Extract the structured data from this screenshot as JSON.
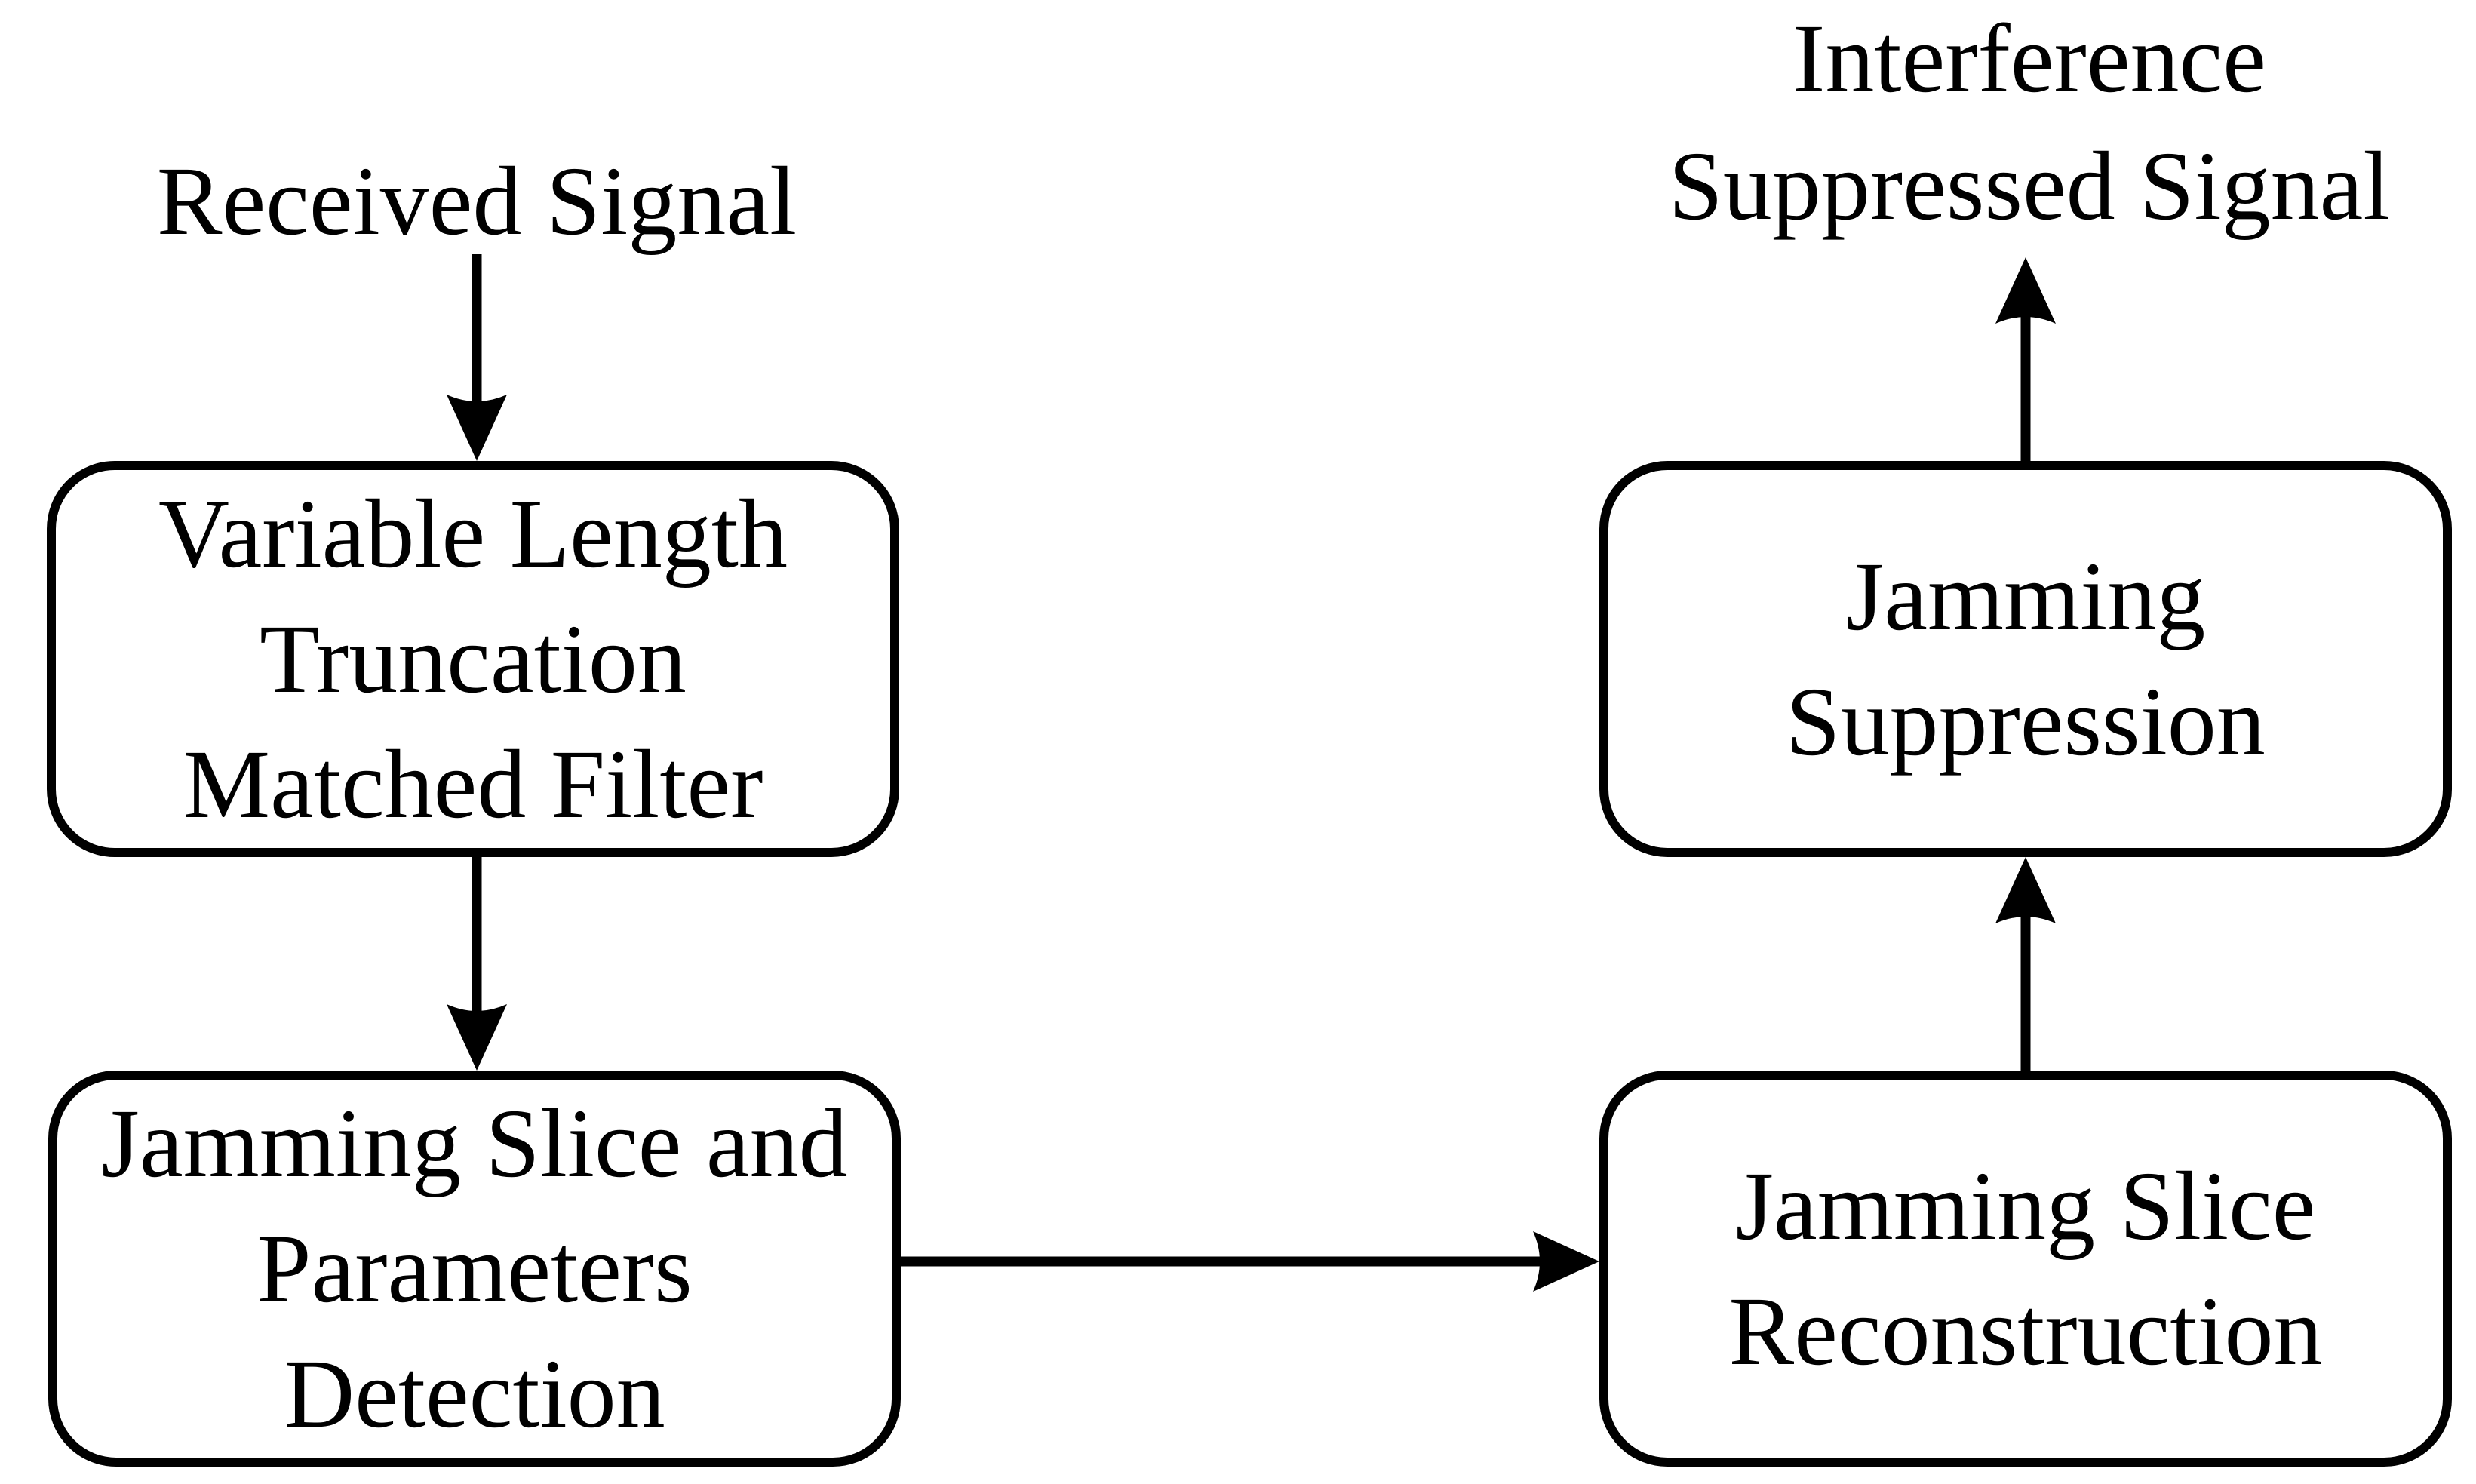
{
  "diagram": {
    "type": "flowchart",
    "colors": {
      "ink": "#000000",
      "background": "#ffffff"
    },
    "input_label": "Received Signal",
    "output_label_line1": "Interference",
    "output_label_line2": "Suppressed Signal",
    "boxes": [
      {
        "name": "variable-length-truncation-matched-filter",
        "lines": [
          "Variable Length",
          "Truncation",
          "Matched Filter"
        ]
      },
      {
        "name": "jamming-slice-and-parameters-detection",
        "lines": [
          "Jamming Slice and",
          "Parameters",
          "Detection"
        ]
      },
      {
        "name": "jamming-slice-reconstruction",
        "lines": [
          "Jamming Slice",
          "Reconstruction"
        ]
      },
      {
        "name": "jamming-suppression",
        "lines": [
          "Jamming",
          "Suppression"
        ]
      }
    ],
    "arrows": [
      {
        "from": "received-signal-label",
        "to": "variable-length-truncation-matched-filter",
        "direction": "down"
      },
      {
        "from": "variable-length-truncation-matched-filter",
        "to": "jamming-slice-and-parameters-detection",
        "direction": "down"
      },
      {
        "from": "jamming-slice-and-parameters-detection",
        "to": "jamming-slice-reconstruction",
        "direction": "right"
      },
      {
        "from": "jamming-slice-reconstruction",
        "to": "jamming-suppression",
        "direction": "up"
      },
      {
        "from": "jamming-suppression",
        "to": "interference-suppressed-signal-label",
        "direction": "up"
      }
    ]
  }
}
